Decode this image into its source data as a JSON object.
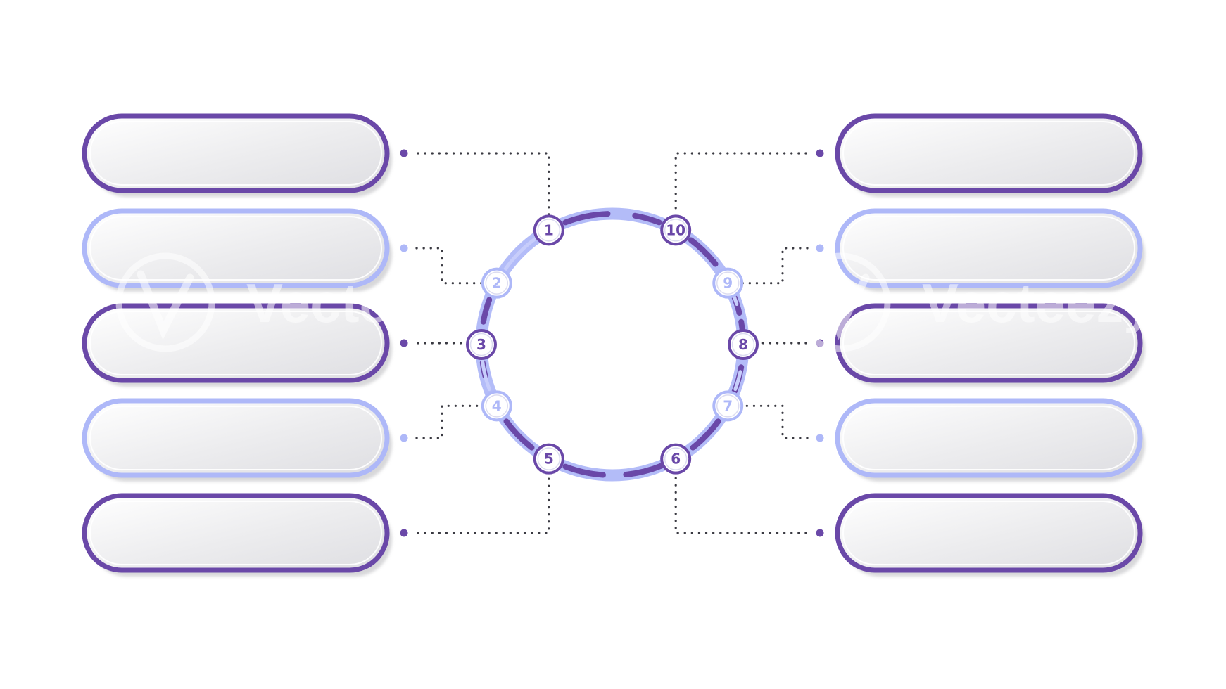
{
  "colors": {
    "dark": "#6a48a8",
    "light": "#aeb8f8",
    "box_fill": "#ececee",
    "box_shadow": "#b8b8bc",
    "dots": "#3a3a42",
    "ring_light": "#b3bcf8"
  },
  "steps": [
    {
      "num": "1",
      "tone": "dark",
      "side": "left"
    },
    {
      "num": "2",
      "tone": "light",
      "side": "left"
    },
    {
      "num": "3",
      "tone": "dark",
      "side": "left"
    },
    {
      "num": "4",
      "tone": "light",
      "side": "left"
    },
    {
      "num": "5",
      "tone": "dark",
      "side": "left"
    },
    {
      "num": "6",
      "tone": "dark",
      "side": "right"
    },
    {
      "num": "7",
      "tone": "light",
      "side": "right"
    },
    {
      "num": "8",
      "tone": "dark",
      "side": "right"
    },
    {
      "num": "9",
      "tone": "light",
      "side": "right"
    },
    {
      "num": "10",
      "tone": "dark",
      "side": "right"
    }
  ],
  "watermark": {
    "text": "Vecteezy",
    "icon": "vecteezy-logo-icon"
  }
}
